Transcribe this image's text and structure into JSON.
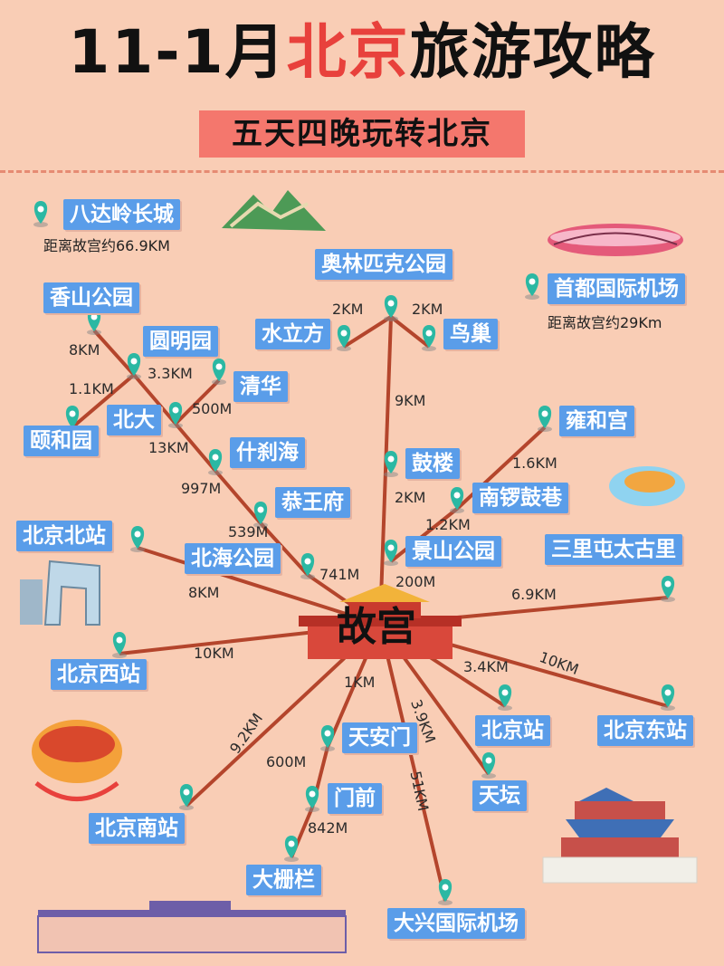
{
  "title": {
    "prefix": "11-1月",
    "highlight": "北京",
    "suffix": "旅游攻略"
  },
  "subtitle": "五天四晚玩转北京",
  "center": "故宫",
  "places": {
    "badaling": "八达岭长城",
    "aoti": "奥林匹克公园",
    "airport": "首都国际机场",
    "xiangshan": "香山公园",
    "yuanmingyuan": "圆明园",
    "shuilifang": "水立方",
    "niaochao": "鸟巢",
    "qinghua": "清华",
    "beida": "北大",
    "yiheyuan": "颐和园",
    "shichahai": "什刹海",
    "yonghegong": "雍和宫",
    "gulou": "鼓楼",
    "nanluoguxiang": "南锣鼓巷",
    "gongwangfu": "恭王府",
    "beijingbei": "北京北站",
    "beihai": "北海公园",
    "jingshan": "景山公园",
    "sanlitun": "三里屯太古里",
    "beijingxi": "北京西站",
    "beijingzhan": "北京站",
    "beijingdong": "北京东站",
    "tiananmen": "天安门",
    "tiantan": "天坛",
    "menqian": "门前",
    "beijingnan": "北京南站",
    "dashilan": "大栅栏",
    "daxing": "大兴国际机场"
  },
  "notes": {
    "badaling": "距离故宫约66.9KM",
    "airport": "距离故宫约29Km"
  },
  "distances": {
    "aoti_shuilifang": "2KM",
    "aoti_niaochao": "2KM",
    "aoti_gulou": "9KM",
    "xiangshan_yuanmingyuan": "8KM",
    "yuanmingyuan_yiheyuan": "1.1KM",
    "yuanmingyuan_beida": "3.3KM",
    "beida_qinghua": "500M",
    "beida_shichahai": "13KM",
    "shichahai_gongwangfu": "997M",
    "gongwangfu_beihai": "539M",
    "beihai_gugong": "741M",
    "yonghegong_nanluo": "1.6KM",
    "gulou_jingshan": "2KM",
    "nanluo_jingshan": "1.2KM",
    "jingshan_gugong": "200M",
    "beijingbei_gugong": "8KM",
    "sanlitun_gugong": "6.9KM",
    "beijingxi_gugong": "10KM",
    "beijingzhan_gugong": "3.4KM",
    "beijingdong_gugong": "10KM",
    "tiananmen_gugong": "1KM",
    "tiananmen_menqian": "600M",
    "menqian_dashilan": "842M",
    "beijingnan_gugong": "9.2KM",
    "tiantan_gugong": "3.9KM",
    "daxing_gugong": "51KM"
  },
  "colors": {
    "background": "#f9cdb5",
    "accent": "#e8413c",
    "label_bg": "#5a9de9",
    "line": "#b4452c",
    "pin": "#2bb8a3"
  }
}
